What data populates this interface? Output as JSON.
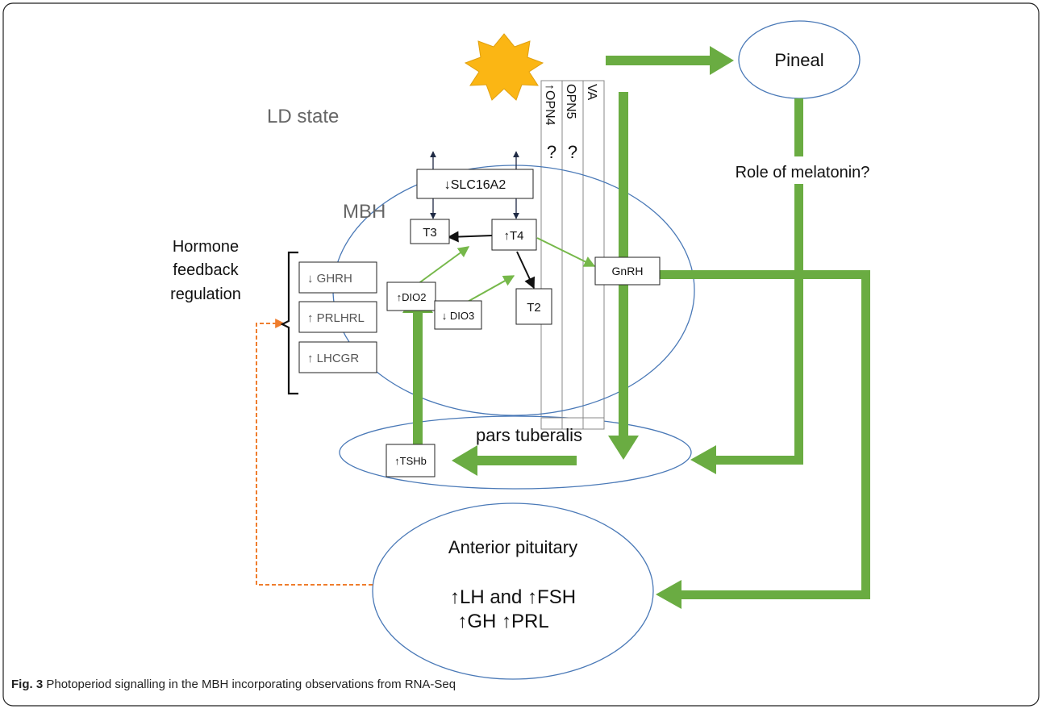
{
  "diagram": {
    "state_label": "LD state",
    "mbh_label": "MBH",
    "pineal_label": "Pineal",
    "melatonin_label": "Role of melatonin?",
    "pars_tuberalis_label": "pars tuberalis",
    "anterior_pituitary_label": "Anterior pituitary",
    "pituitary_line1": "↑LH and ↑FSH",
    "pituitary_line2": "↑GH ↑PRL",
    "hormone_feedback_line1": "Hormone",
    "hormone_feedback_line2": "feedback",
    "hormone_feedback_line3": "regulation",
    "receptors": [
      {
        "label": "↑OPN4",
        "mark": "?"
      },
      {
        "label": "OPN5",
        "mark": "?"
      },
      {
        "label": "VA",
        "mark": ""
      }
    ],
    "boxes": {
      "slc16a2": "↓SLC16A2",
      "t3": "T3",
      "t4": "↑T4",
      "t2": "T2",
      "dio2": "↑DIO2",
      "dio3": "↓ DIO3",
      "gnrh": "GnRH",
      "tshb": "↑TSHb",
      "ghrh": "↓ GHRH",
      "prlhrl": "↑ PRLHRL",
      "lhcgr": "↑ LHCGR"
    },
    "colors": {
      "green": "#6aac42",
      "light_green": "#76b84a",
      "ellipse_stroke": "#4a79b7",
      "sun_fill": "#fbb614",
      "feedback_dash": "#ef7d2d"
    }
  },
  "caption": {
    "label": "Fig. 3",
    "text": "Photoperiod signalling in the MBH incorporating observations from RNA-Seq"
  }
}
